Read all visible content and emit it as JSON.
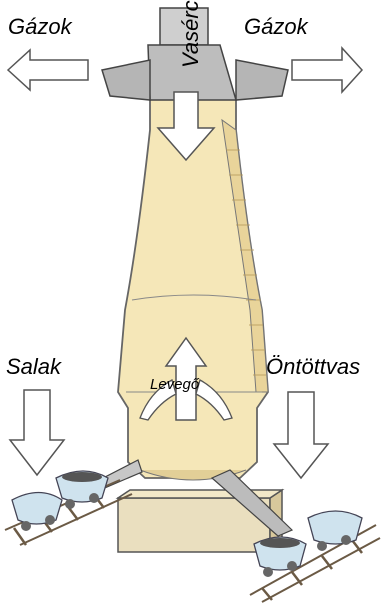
{
  "labels": {
    "gases_left": "Gázok",
    "gases_right": "Gázok",
    "ore": "Vasérc",
    "slag": "Salak",
    "cast_iron": "Öntöttvas",
    "air": "Levegő"
  },
  "colors": {
    "furnace_fill": "#f5e7b8",
    "furnace_shade": "#e9d49a",
    "metal": "#c9c9c9",
    "metal_dark": "#8e8e8e",
    "cart_fill": "#cfe3ee",
    "arrow_fill": "#ffffff",
    "outline": "#555555"
  }
}
